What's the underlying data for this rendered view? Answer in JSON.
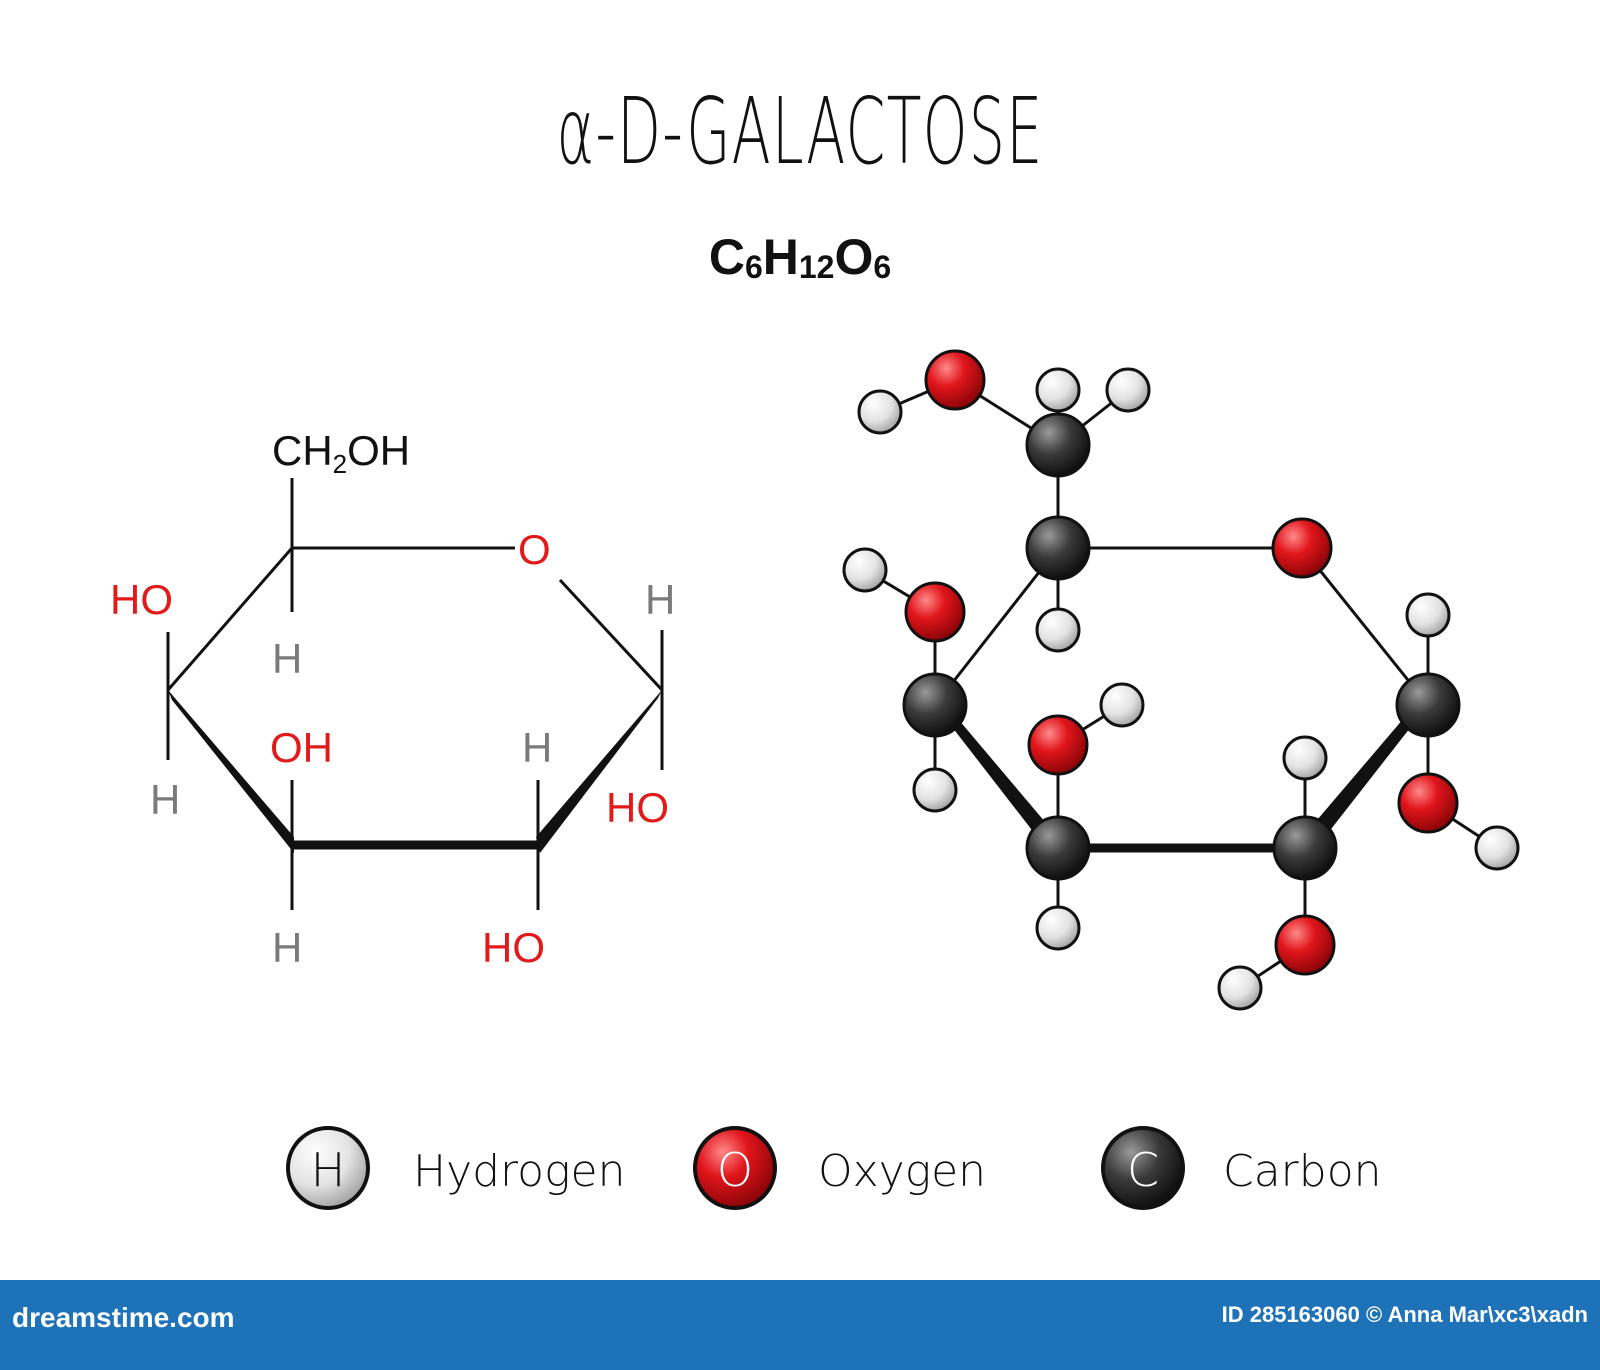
{
  "title": "α-D-GALACTOSE",
  "formula": {
    "c": "C",
    "c_n": "6",
    "h": "H",
    "h_n": "12",
    "o": "O",
    "o_n": "6"
  },
  "structure_labels": {
    "ch2oh": "CH",
    "ch2oh_sub": "2",
    "ch2oh_tail": "OH",
    "ring_o": "O",
    "ho_left": "HO",
    "h_c4": "H",
    "h_c1_top": "H",
    "h_c5": "H",
    "oh_c3": "OH",
    "h_c2": "H",
    "ho_c1": "HO",
    "h_c3": "H",
    "ho_c2": "HO"
  },
  "colors": {
    "hydrogen": "#e6e6e6",
    "oxygen": "#e0151b",
    "carbon": "#3a3a3a",
    "label_red": "#e11a1a",
    "label_gray": "#7a7a7a",
    "footer": "#1e73b8"
  },
  "legend": {
    "hydrogen": {
      "symbol": "H",
      "label": "Hydrogen"
    },
    "oxygen": {
      "symbol": "O",
      "label": "Oxygen"
    },
    "carbon": {
      "symbol": "C",
      "label": "Carbon"
    }
  },
  "footer": {
    "site": "dreamstime.com",
    "credit": "ID 285163060 © Anna Mar\\xc3\\xadn"
  }
}
